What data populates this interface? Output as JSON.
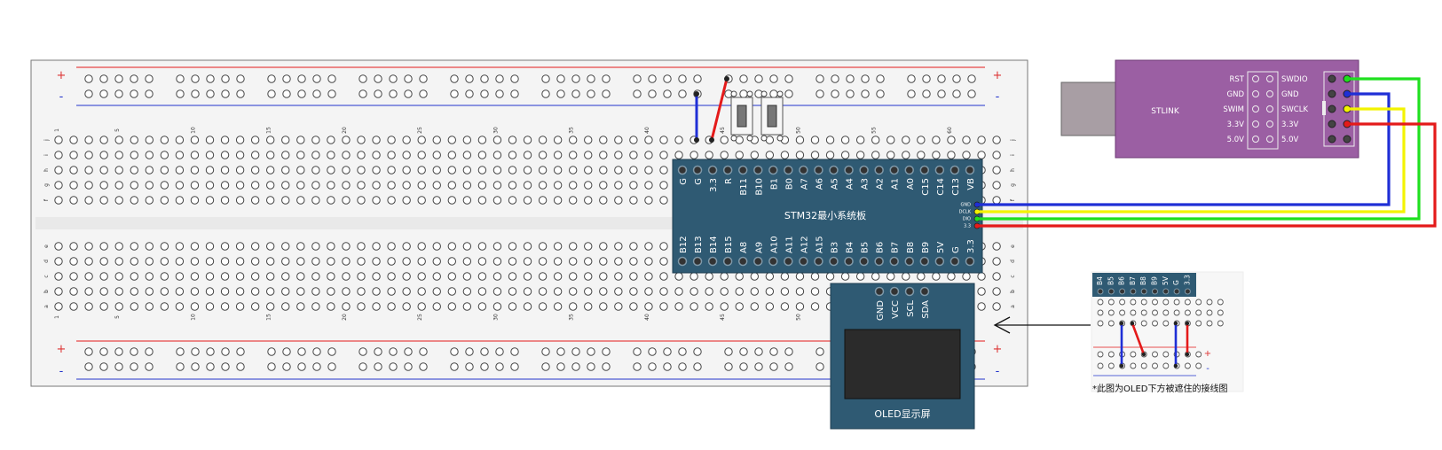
{
  "breadboard": {
    "rail_plus": "+",
    "rail_minus": "-",
    "col_numbers": [
      "1",
      "5",
      "10",
      "15",
      "20",
      "25",
      "30",
      "35",
      "40",
      "45",
      "50",
      "55",
      "60"
    ],
    "row_letters_top": [
      "j",
      "i",
      "h",
      "g",
      "f"
    ],
    "row_letters_bottom": [
      "e",
      "d",
      "c",
      "b",
      "a"
    ]
  },
  "stm32": {
    "title": "STM32最小系统板",
    "top_pins": [
      "G",
      "G",
      "3.3",
      "R",
      "B11",
      "B10",
      "B1",
      "B0",
      "A7",
      "A6",
      "A5",
      "A4",
      "A3",
      "A2",
      "A1",
      "A0",
      "C15",
      "C14",
      "C13",
      "VB"
    ],
    "bottom_pins": [
      "B12",
      "B13",
      "B14",
      "B15",
      "A8",
      "A9",
      "A10",
      "A11",
      "A12",
      "A15",
      "B3",
      "B4",
      "B5",
      "B6",
      "B7",
      "B8",
      "B9",
      "5V",
      "G",
      "3.3"
    ],
    "swd_pins": [
      "GND",
      "DCLK",
      "DIO",
      "3.3"
    ]
  },
  "stlink": {
    "title": "STLINK",
    "left_labels": [
      "RST",
      "GND",
      "SWIM",
      "3.3V",
      "5.0V"
    ],
    "right_labels": [
      "SWDIO",
      "GND",
      "SWCLK",
      "3.3V",
      "5.0V"
    ]
  },
  "oled": {
    "title": "OLED显示屏",
    "pins": [
      "GND",
      "VCC",
      "SCL",
      "SDA"
    ]
  },
  "inset": {
    "pins": [
      "B4",
      "B5",
      "B6",
      "B7",
      "B8",
      "B9",
      "5V",
      "G",
      "3.3"
    ],
    "caption": "*此图为OLED下方被遮住的接线图",
    "plus": "+",
    "minus": "-"
  },
  "colors": {
    "board": "#2f5a73",
    "stlink": "#9b5fa3",
    "wire_blue": "#1f2fd6",
    "wire_red": "#e41a1a",
    "wire_yellow": "#f3f300",
    "wire_green": "#1fe01f"
  }
}
